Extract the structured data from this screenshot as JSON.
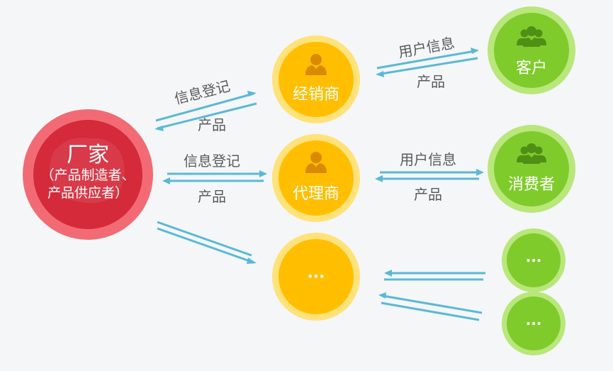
{
  "colors": {
    "background": "#f4f6f8",
    "arrow": "#5bb8d6",
    "label_text": "#5a5a5a",
    "red_outer": "#f26b74",
    "red_inner": "#d52a3a",
    "yellow_outer": "#ffe27a",
    "yellow_inner": "#ffbf00",
    "green_outer": "#b9e77b",
    "green_inner": "#7fcb2c",
    "icon_dark_orange": "#d98a00",
    "icon_dark_green": "#4f8f16"
  },
  "nodes": {
    "factory": {
      "title": "厂家",
      "subtitle_line1": "（产品制造者、",
      "subtitle_line2": "产品供应者）"
    },
    "dealer": {
      "label": "经销商",
      "icon": "person-icon"
    },
    "agent": {
      "label": "代理商",
      "icon": "person-icon"
    },
    "more_middle": {
      "label": "···"
    },
    "customer": {
      "label": "客户",
      "icon": "group-icon"
    },
    "consumer": {
      "label": "消费者",
      "icon": "group-icon"
    },
    "more_right_1": {
      "label": "···"
    },
    "more_right_2": {
      "label": "···"
    }
  },
  "edges": {
    "factory_dealer": {
      "top_label": "信息登记",
      "bottom_label": "产品"
    },
    "factory_agent": {
      "top_label": "信息登记",
      "bottom_label": "产品"
    },
    "dealer_customer": {
      "top_label": "用户信息",
      "bottom_label": "产品"
    },
    "agent_consumer": {
      "top_label": "用户信息",
      "bottom_label": "产品"
    }
  }
}
